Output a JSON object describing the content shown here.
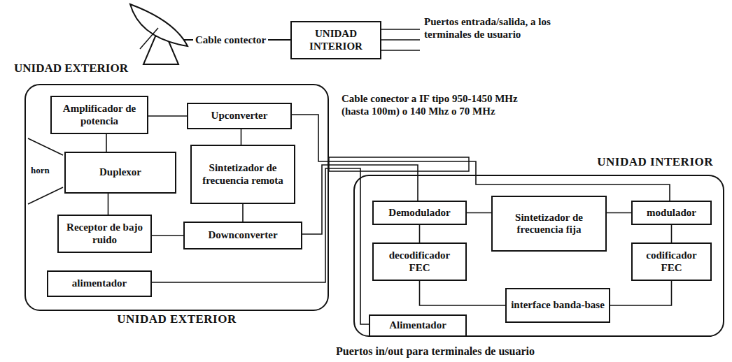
{
  "diagram": {
    "nodes": [
      {
        "text": [
          "UNIDAD INTERIOR"
        ]
      },
      {
        "text": [
          "UNIDAD EXTERIOR"
        ]
      },
      {
        "text": [
          "Amplificador de potencia"
        ],
        "in": 1
      },
      {
        "text": [
          "Upconverter"
        ],
        "in": 1
      },
      {
        "text": [
          "Duplexor"
        ],
        "in": 1
      },
      {
        "text": [
          "Sintetizador de frecuencia remota"
        ],
        "in": 1
      },
      {
        "text": [
          "Receptor de bajo ruido"
        ],
        "in": 1
      },
      {
        "text": [
          "Downconverter"
        ],
        "in": 1
      },
      {
        "text": [
          "alimentador"
        ],
        "in": 1
      },
      {
        "text": [
          "UNIDAD INTERIOR"
        ]
      },
      {
        "text": [
          "Demodulador"
        ],
        "in": 9
      },
      {
        "text": [
          "Sintetizador de frecuencia fija"
        ],
        "in": 9
      },
      {
        "text": [
          "modulador"
        ],
        "in": 9
      },
      {
        "text": [
          "decodificador FEC"
        ],
        "in": 9
      },
      {
        "text": [
          "codificador FEC"
        ],
        "in": 9
      },
      {
        "text": [
          "interface banda-base"
        ],
        "in": 9
      },
      {
        "text": [
          "Alimentador"
        ],
        "in": 9
      }
    ],
    "edges": [
      {
        "from": 2,
        "to": 3,
        "arrow": "none"
      },
      {
        "from": 2,
        "to": 4,
        "arrow": "none"
      },
      {
        "from": 4,
        "to": 6,
        "arrow": "none"
      },
      {
        "from": 6,
        "to": 7,
        "arrow": "none"
      },
      {
        "from": 3,
        "to": 5,
        "arrow": "none"
      },
      {
        "from": 5,
        "to": 7,
        "arrow": "none"
      },
      {
        "from": 3,
        "to": 12,
        "arrow": "none"
      },
      {
        "from": 7,
        "to": 10,
        "arrow": "none"
      },
      {
        "from": 8,
        "to": 16,
        "arrow": "none"
      },
      {
        "from": 10,
        "to": 11,
        "arrow": "none"
      },
      {
        "from": 11,
        "to": 12,
        "arrow": "none"
      },
      {
        "from": 10,
        "to": 13,
        "arrow": "none"
      },
      {
        "from": 12,
        "to": 14,
        "arrow": "none"
      },
      {
        "from": 13,
        "to": 15,
        "arrow": "none"
      },
      {
        "from": 14,
        "to": 15,
        "arrow": "none"
      }
    ],
    "labels": [
      "UNIDAD EXTERIOR",
      "Cable contector",
      "Puertos entrada/salida, a los terminales de usuario",
      "horn",
      "Cable conector a IF tipo 950-1450 MHz (hasta 100m) o 140 Mhz o 70 MHz",
      "Puertos in/out para terminales de usuario"
    ]
  }
}
